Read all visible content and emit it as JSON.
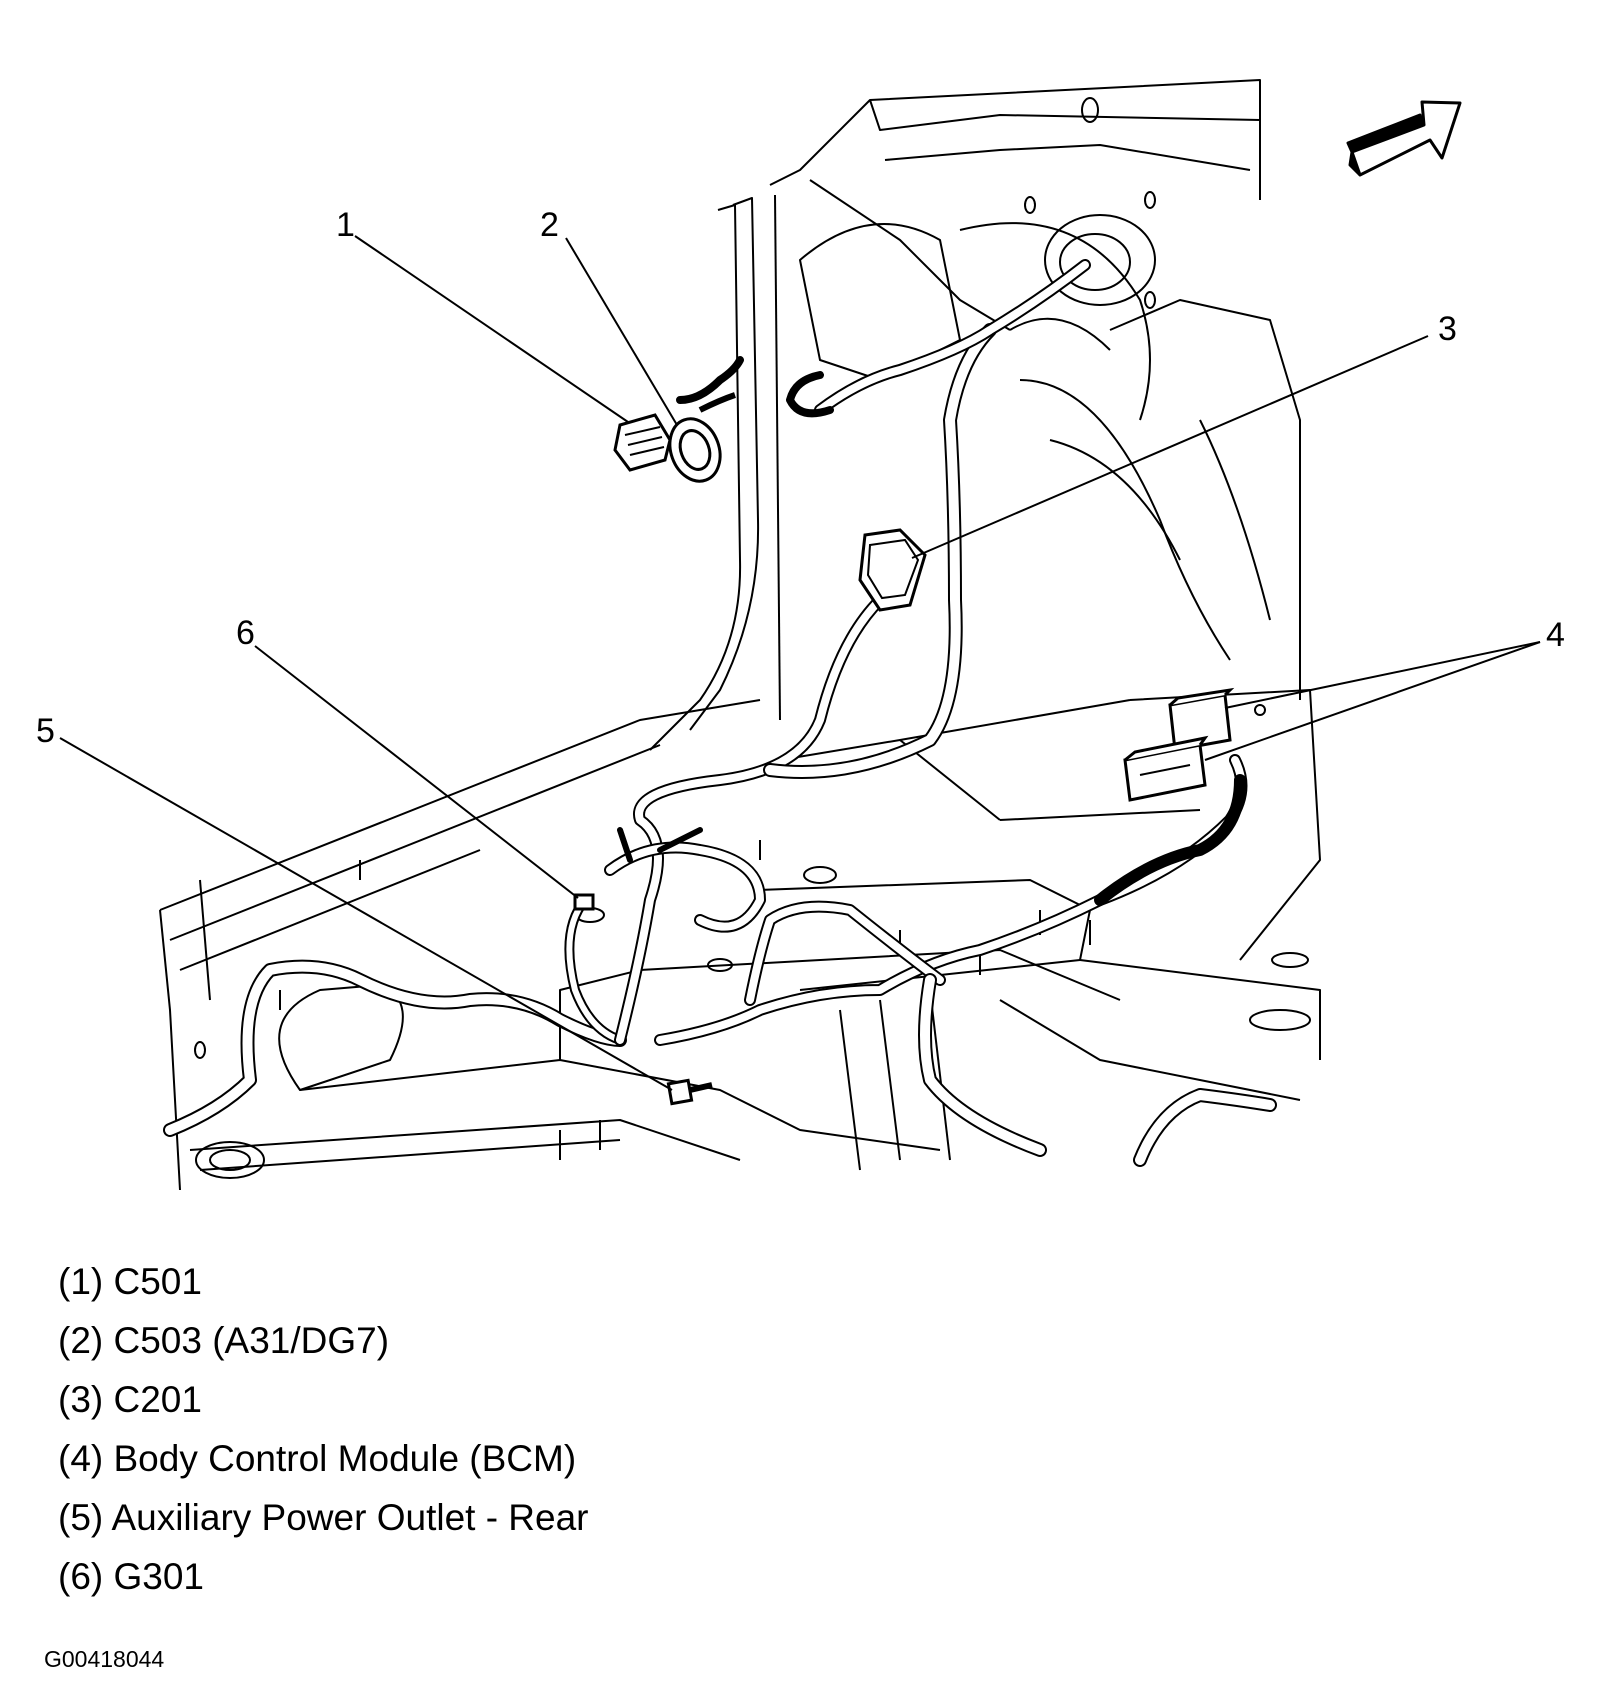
{
  "callouts": {
    "c1": "1",
    "c2": "2",
    "c3": "3",
    "c4": "4",
    "c5": "5",
    "c6": "6"
  },
  "legend": [
    "(1) C501",
    "(2) C503 (A31/DG7)",
    "(3) C201",
    "(4) Body Control Module (BCM)",
    "(5) Auxiliary Power Outlet - Rear",
    "(6) G301"
  ],
  "figure_id": "G00418044",
  "icons": {
    "direction": "forward-arrow-icon"
  },
  "colors": {
    "ink": "#000000",
    "background": "#ffffff"
  }
}
